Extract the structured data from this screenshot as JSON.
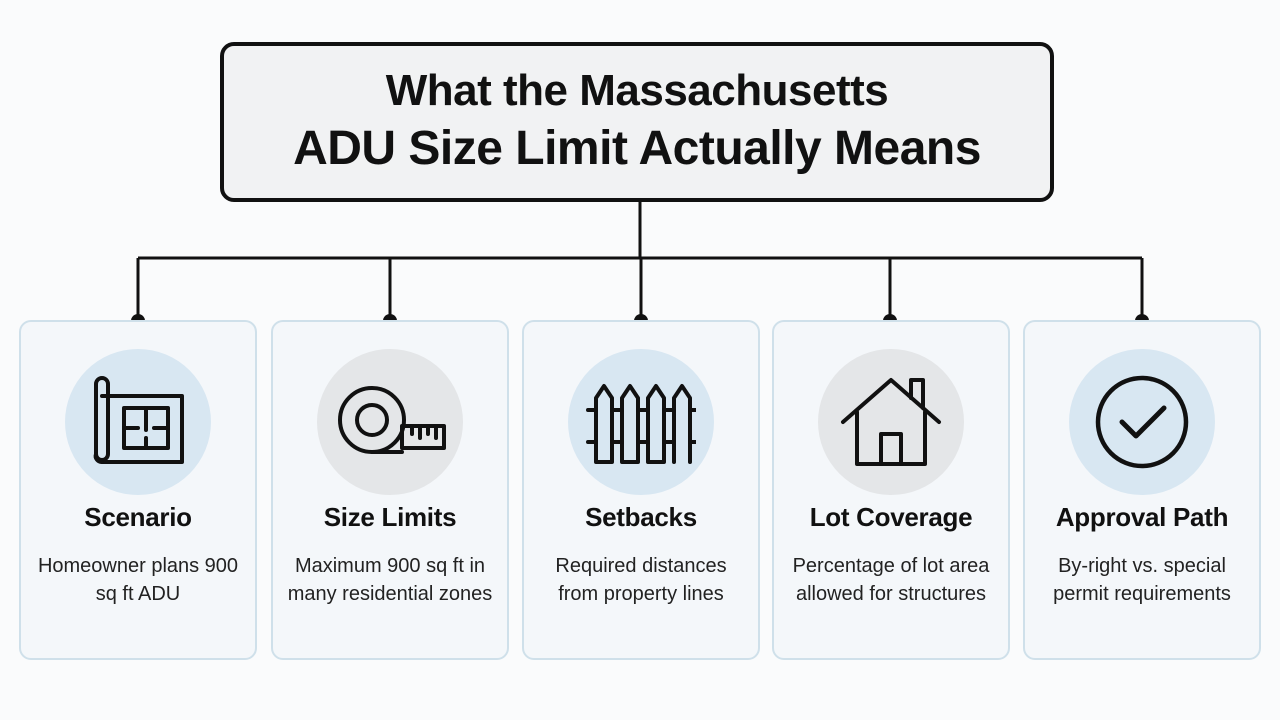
{
  "title": {
    "line1": "What the Massachusetts",
    "line2": "ADU Size Limit Actually Means"
  },
  "cards": [
    {
      "title": "Scenario",
      "description": "Homeowner plans 900 sq ft ADU",
      "icon": "blueprint-icon"
    },
    {
      "title": "Size Limits",
      "description": "Maximum 900 sq ft in many residential zones",
      "icon": "tape-measure-icon"
    },
    {
      "title": "Setbacks",
      "description": "Required distances from property lines",
      "icon": "fence-icon"
    },
    {
      "title": "Lot Coverage",
      "description": "Percentage of lot area allowed for structures",
      "icon": "house-icon"
    },
    {
      "title": "Approval Path",
      "description": "By-right vs. special permit requirements",
      "icon": "checkmark-circle-icon"
    }
  ],
  "colors": {
    "icon_circle_blue": "#d8e7f2",
    "icon_circle_gray": "#e4e6e8",
    "card_border": "#cfe0ea",
    "line": "#111111"
  }
}
